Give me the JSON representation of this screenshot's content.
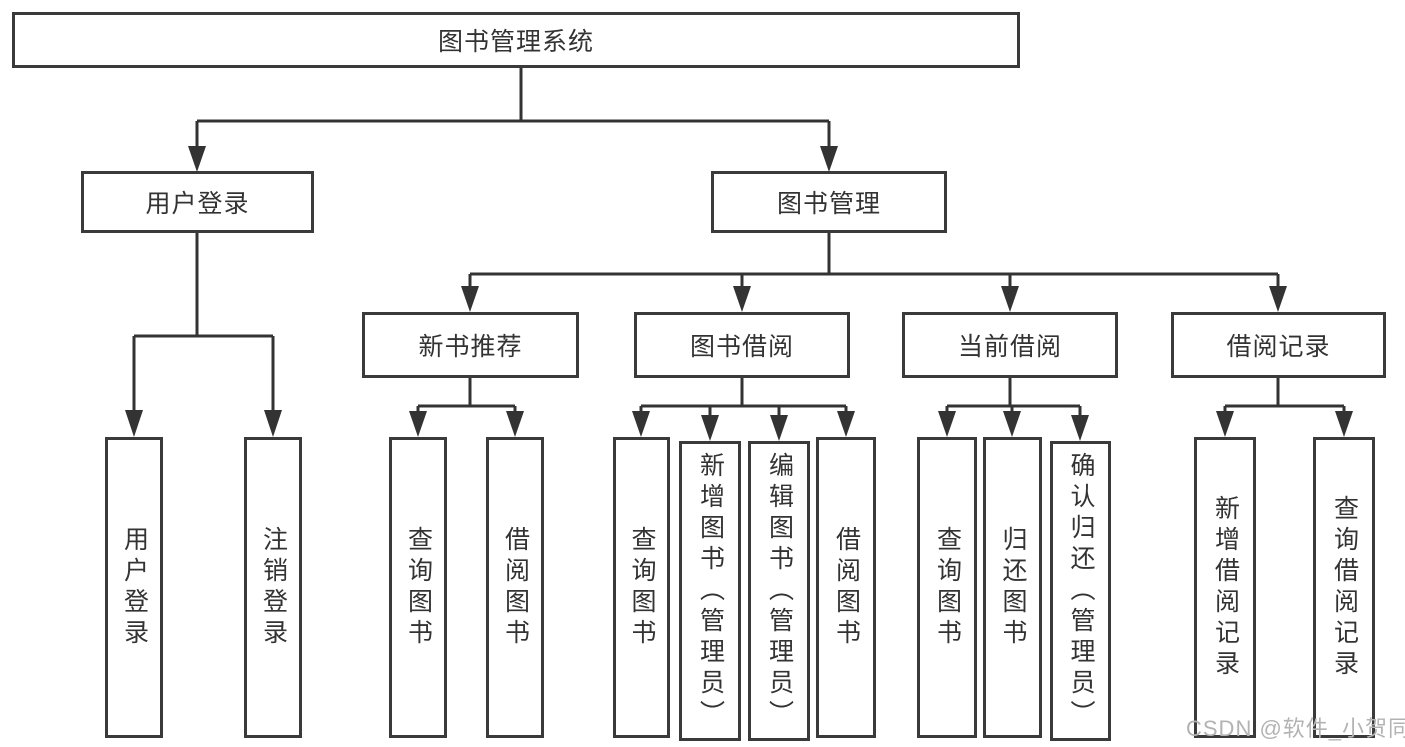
{
  "tree": {
    "label": "图书管理系统",
    "children": [
      {
        "label": "用户登录",
        "children": [
          {
            "label": "用户登录"
          },
          {
            "label": "注销登录"
          }
        ]
      },
      {
        "label": "图书管理",
        "children": [
          {
            "label": "新书推荐",
            "children": [
              {
                "label": "查询图书"
              },
              {
                "label": "借阅图书"
              }
            ]
          },
          {
            "label": "图书借阅",
            "children": [
              {
                "label": "查询图书"
              },
              {
                "label": "新增图书（管理员）"
              },
              {
                "label": "编辑图书（管理员）"
              },
              {
                "label": "借阅图书"
              }
            ]
          },
          {
            "label": "当前借阅",
            "children": [
              {
                "label": "查询图书"
              },
              {
                "label": "归还图书"
              },
              {
                "label": "确认归还（管理员）"
              }
            ]
          },
          {
            "label": "借阅记录",
            "children": [
              {
                "label": "新增借阅记录"
              },
              {
                "label": "查询借阅记录"
              }
            ]
          }
        ]
      }
    ]
  },
  "watermark": "CSDN @软件_小贺同学",
  "colors": {
    "border": "#3a3a3a",
    "line": "#333333",
    "text": "#333333",
    "watermark": "#b3b3b3",
    "background": "#ffffff"
  }
}
